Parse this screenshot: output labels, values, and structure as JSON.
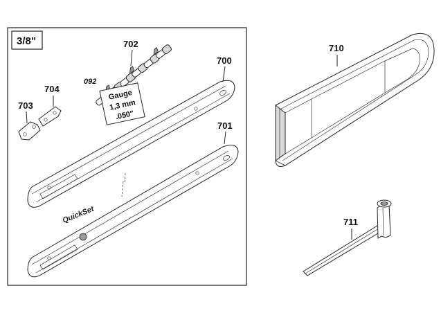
{
  "size_tag": "3/8\"",
  "labels": {
    "p702": "702",
    "p700": "700",
    "p704": "704",
    "p092": "092",
    "p703": "703",
    "p701": "701",
    "p710": "710",
    "p711": "711"
  },
  "gauge_box": {
    "line1": "Gauge",
    "line2": "1,3 mm",
    "line3": ".050\""
  },
  "bar_brand": "QuickSet"
}
